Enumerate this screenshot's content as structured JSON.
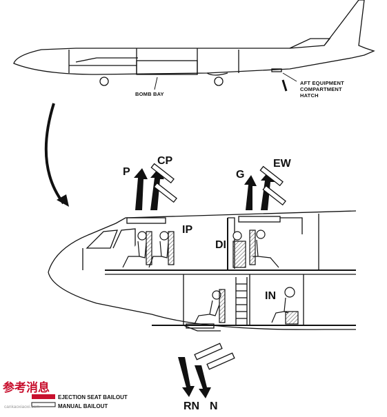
{
  "labels": {
    "bomb_bay": "BOMB BAY",
    "hatch_line1": "AFT EQUIPMENT",
    "hatch_line2": "COMPARTMENT",
    "hatch_line3": "HATCH",
    "p": "P",
    "cp": "CP",
    "g": "G",
    "ew": "EW",
    "ip": "IP",
    "di": "DI",
    "in": "IN",
    "rn": "RN",
    "n": "N"
  },
  "legend": {
    "ejection": "EJECTION SEAT BAILOUT",
    "manual": "MANUAL BAILOUT"
  },
  "watermark": {
    "chars": "参考消息",
    "url": "cankaoxiaoxi.com"
  },
  "colors": {
    "line": "#111111",
    "accent": "#c8102e"
  }
}
